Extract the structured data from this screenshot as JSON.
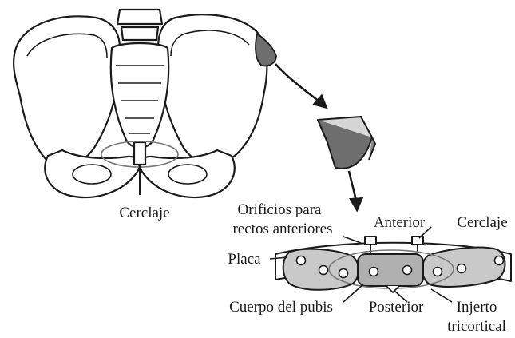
{
  "labels": {
    "cerclaje_pelvis": "Cerclaje",
    "orificios_line1": "Orificios para",
    "orificios_line2": "rectos anteriores",
    "anterior": "Anterior",
    "cerclaje_detail": "Cerclaje",
    "placa": "Placa",
    "cuerpo_pubis": "Cuerpo del pubis",
    "posterior": "Posterior",
    "injerto_line1": "Injerto",
    "injerto_line2": "tricortical"
  },
  "colors": {
    "line": "#1a1a1a",
    "graft_fill": "#6e6e6e",
    "graft_top": "#d6d6d6",
    "bone_fill": "#c9c9c9",
    "plate_fill": "#9a9a9a"
  }
}
